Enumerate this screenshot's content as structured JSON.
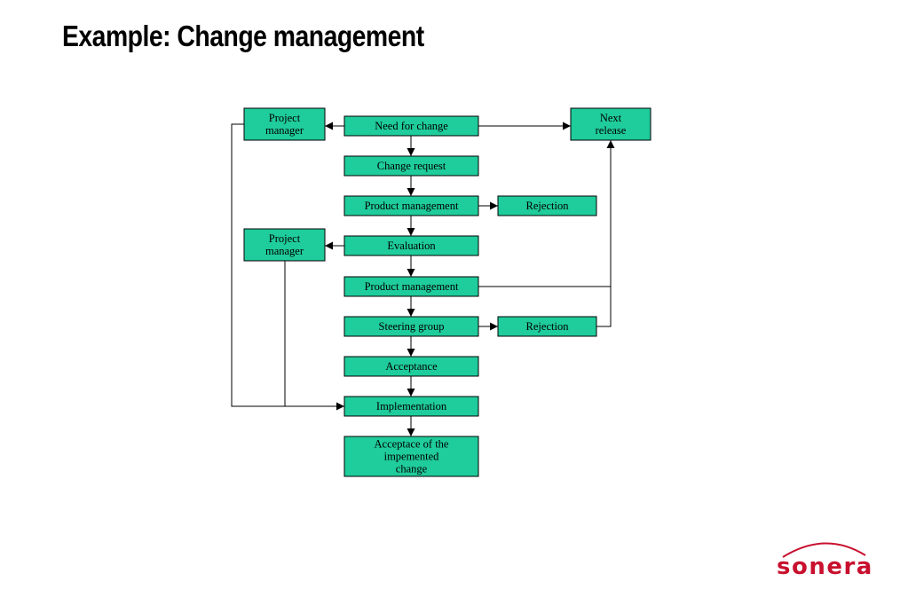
{
  "title": "Example: Change management",
  "nodes": {
    "project_manager_1": [
      "Project",
      "manager"
    ],
    "need_for_change": [
      "Need for change"
    ],
    "next_release": [
      "Next",
      "release"
    ],
    "change_request": [
      "Change request"
    ],
    "product_management_1": [
      "Product management"
    ],
    "rejection_1": [
      "Rejection"
    ],
    "project_manager_2": [
      "Project",
      "manager"
    ],
    "evaluation": [
      "Evaluation"
    ],
    "product_management_2": [
      "Product management"
    ],
    "steering_group": [
      "Steering group"
    ],
    "rejection_2": [
      "Rejection"
    ],
    "acceptance": [
      "Acceptance"
    ],
    "implementation": [
      "Implementation"
    ],
    "acceptance_of_implemented": [
      "Acceptace of the",
      "impemented",
      "change"
    ]
  },
  "logo": {
    "text": "sonera",
    "color": "#c8102e"
  },
  "colors": {
    "box_fill": "#1fcc9b"
  }
}
